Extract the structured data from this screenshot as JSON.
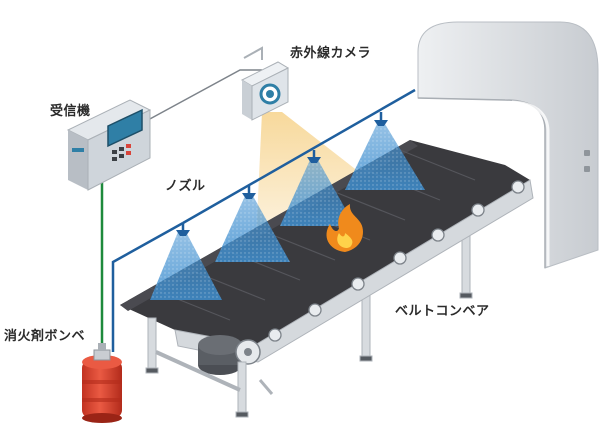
{
  "labels": {
    "camera": "赤外線カメラ",
    "receiver": "受信機",
    "nozzle": "ノズル",
    "cylinder": "消火剤ボンベ",
    "conveyor": "ベルトコンベア"
  },
  "colors": {
    "pipe_blue": "#1f5f9e",
    "pipe_green": "#1e8a3c",
    "cylinder_red": "#e0432e",
    "belt": "#3a3a3e",
    "frame": "#cfd3d8",
    "spray": "#3f8fd0",
    "fire": "#f08a1c",
    "camera_beam": "#f6d28a"
  }
}
